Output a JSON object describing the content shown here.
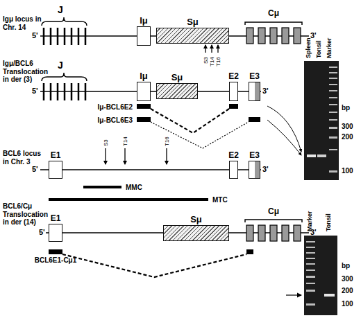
{
  "diagram": {
    "nodes": [
      {
        "text": [
          "Iμ"
        ]
      },
      {
        "text": [
          "Sμ"
        ]
      },
      {
        "text": [
          "Iμ"
        ]
      },
      {
        "text": [
          "Sμ"
        ]
      },
      {
        "text": [
          "E2"
        ]
      },
      {
        "text": [
          "E3"
        ]
      },
      {
        "text": [
          "Iμ-BCL6E2"
        ]
      },
      {
        "text": [
          "Iμ-BCL6E3"
        ]
      },
      {
        "text": [
          "E1"
        ]
      },
      {
        "text": [
          "E2"
        ]
      },
      {
        "text": [
          "E3"
        ]
      },
      {
        "text": [
          "MMC"
        ]
      },
      {
        "text": [
          "MTC"
        ]
      },
      {
        "text": [
          "E1"
        ]
      },
      {
        "text": [
          "Sμ"
        ]
      },
      {
        "text": [
          "BCL6E1-Cμ1"
        ]
      }
    ],
    "labels": [
      "J",
      "Igμ locus in Chr. 14",
      "5'",
      "3'",
      "S3",
      "T14",
      "T16",
      "Cμ",
      "Spleen",
      "Tonsil",
      "Marker",
      "J",
      "Igμ/BCL6 Translocation in der (3)",
      "5'",
      "3'",
      "bp",
      "300",
      "200",
      "100",
      "S3",
      "T14",
      "T16",
      "BCL6 locus in Chr. 3",
      "5'",
      "3'",
      "Marker",
      "Tonsil",
      "BCL6/Cμ Translocation in der (14)",
      "5'",
      "Cμ",
      "3'",
      "bp",
      "300",
      "200",
      "100"
    ]
  }
}
